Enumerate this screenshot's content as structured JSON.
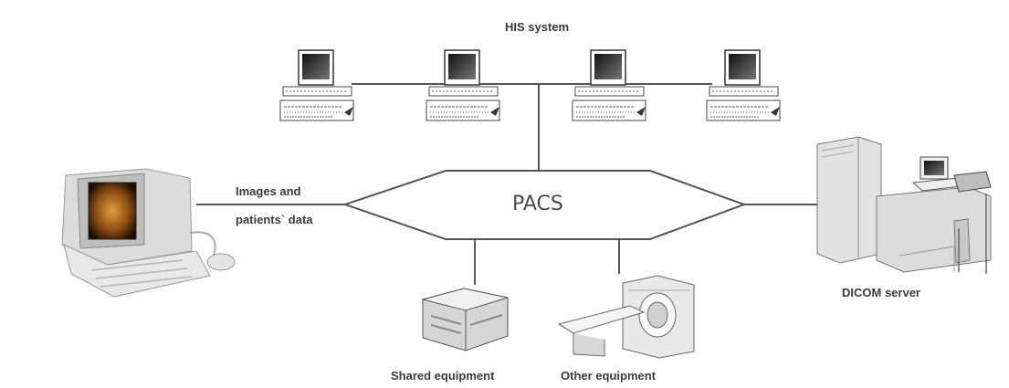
{
  "labels": {
    "his_system": "HIS system",
    "pacs": "PACS",
    "images_line1": "Images and",
    "images_line2": "patients` data",
    "dicom_server": "DICOM server",
    "shared_equipment": "Shared equipment",
    "other_equipment": "Other equipment"
  },
  "colors": {
    "line": "#555555",
    "device_gray": "#cfcfcf",
    "screen": "#1a1a1a",
    "ultrasound_image": "#b8731f"
  },
  "icons": {
    "workstation": "computer-workstation-icon",
    "ultrasound": "ultrasound-machine-icon",
    "printer": "shared-printer-icon",
    "scanner": "ct-scanner-icon",
    "server": "dicom-server-icon"
  }
}
